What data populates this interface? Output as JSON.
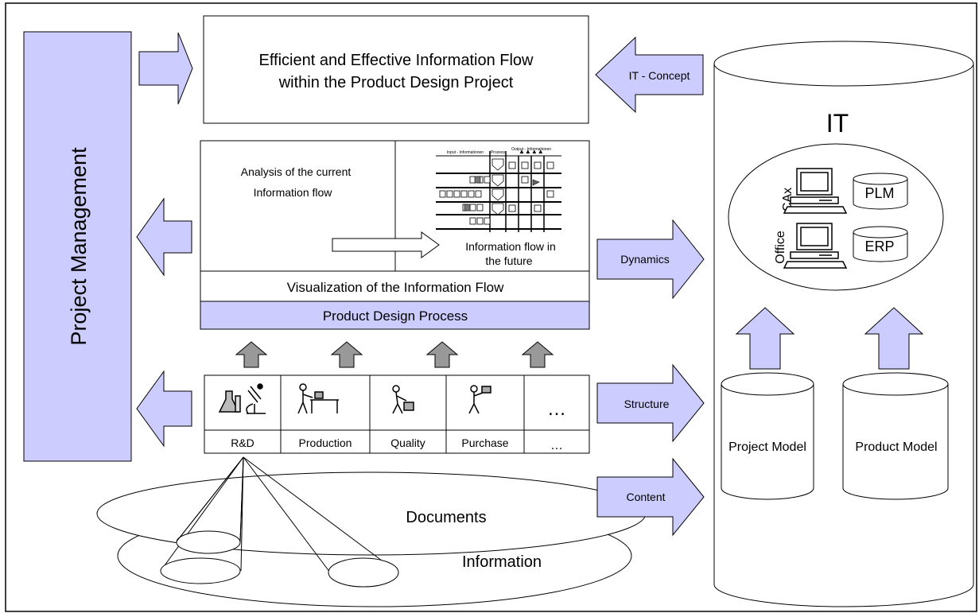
{
  "colors": {
    "accent": "#ccccff",
    "gray_arrow": "#999999",
    "stroke": "#000000"
  },
  "top_box": {
    "line1": "Efficient and Effective Information Flow",
    "line2": "within the Product Design Project"
  },
  "project_management": {
    "label": "Project Management"
  },
  "analysis": {
    "current_line1": "Analysis of the current",
    "current_line2": "Information flow",
    "future_line1": "Information flow in",
    "future_line2": "the future",
    "matrix_header_input": "Input - Informationen",
    "matrix_header_process": "Prozess",
    "matrix_header_output": "Output - Informationen"
  },
  "visualization_label": "Visualization of the Information Flow",
  "process_label": "Product Design Process",
  "departments": [
    {
      "label": "R&D",
      "icon": "lab-microscope-icon"
    },
    {
      "label": "Production",
      "icon": "worker-table-icon"
    },
    {
      "label": "Quality",
      "icon": "inspector-icon"
    },
    {
      "label": "Purchase",
      "icon": "buyer-icon"
    },
    {
      "label": "…",
      "icon": "ellipsis"
    }
  ],
  "departments_more": "…",
  "side_arrows": {
    "it_concept": "IT - Concept",
    "dynamics": "Dynamics",
    "structure": "Structure",
    "content": "Content"
  },
  "it": {
    "title": "IT",
    "cax": "CAx",
    "office": "Office",
    "plm": "PLM",
    "erp": "ERP",
    "project_model": "Project Model",
    "product_model": "Product Model"
  },
  "documents_label": "Documents",
  "information_label": "Information"
}
